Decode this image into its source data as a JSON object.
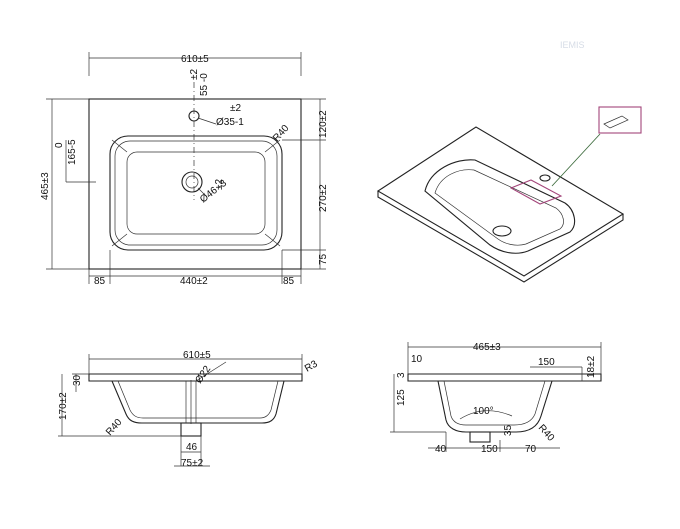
{
  "watermark": "IEMIS",
  "top_view": {
    "width_dim": "610±5",
    "tap_hole_offset": "55 -0",
    "tap_hole_offset_tol": "±2",
    "tap_hole_diameter": "Ø35-1",
    "tap_hole_diameter_tol": "±2",
    "drain_diameter": "Ø46 -3",
    "drain_diameter_tol": "±2",
    "corner_radius": "R40",
    "depth_dim": "465±3",
    "bowl_offset": "165-5",
    "bowl_offset_tol": "0",
    "back_dim": "120±2",
    "bowl_depth_dim": "270±2",
    "front_dim": "75",
    "left_margin": "85",
    "bowl_width": "440±2",
    "right_margin": "85"
  },
  "front_section": {
    "width_dim": "610±5",
    "edge_radius": "R3",
    "drain_diameter": "Ø22",
    "rim_height": "30",
    "total_height": "170±2",
    "bowl_radius": "R40",
    "outlet_width": "46",
    "outlet_total": "75±2"
  },
  "side_section": {
    "depth_dim": "465±3",
    "back_edge": "10",
    "slot_width": "150",
    "rim_thickness": "18±2",
    "rim_height": "3",
    "bowl_height": "125",
    "bottom_angle": "100°",
    "outlet_height": "35",
    "bowl_radius": "R40",
    "bottom_left": "40",
    "bottom_mid": "150",
    "bottom_right": "70"
  }
}
